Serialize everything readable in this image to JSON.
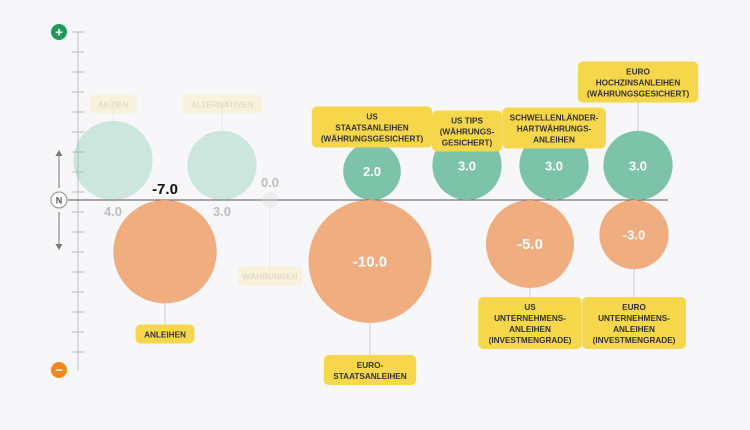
{
  "controls": {
    "plus_symbol": "+",
    "minus_symbol": "−",
    "neutral_symbol": "N"
  },
  "colors": {
    "background": "#f7f7f9",
    "positive": "#7cc3aa",
    "negative": "#f0ad80",
    "neutral": "#d9d9d9",
    "label_box": "#f6d64a",
    "label_box_faded": "#f7eebc",
    "plus_icon": "#1f9a5b",
    "minus_icon": "#f08a1e",
    "axis": "#bdbdbd",
    "baseline": "#555555"
  },
  "chart_data": {
    "type": "bubble",
    "title": "",
    "xlabel": "",
    "ylabel": "",
    "baseline_label": "N",
    "points": [
      {
        "category": [
          "AKTIEN"
        ],
        "value": 4.0,
        "display": "4.0",
        "faded": true,
        "label_position": "top"
      },
      {
        "category": [
          "ANLEIHEN"
        ],
        "value": -7.0,
        "display": "-7.0",
        "faded": false,
        "label_position": "bottom"
      },
      {
        "category": [
          "ALTERNATIVEN"
        ],
        "value": 3.0,
        "display": "3.0",
        "faded": true,
        "label_position": "top"
      },
      {
        "category": [
          "WÄHRUNGEN"
        ],
        "value": 0.0,
        "display": "0.0",
        "faded": true,
        "label_position": "bottom"
      },
      {
        "category": [
          "US",
          "STAATSANLEIHEN",
          "(WÄHRUNGSGESICHERT)"
        ],
        "value": 2.0,
        "display": "2.0",
        "faded": false,
        "label_position": "top"
      },
      {
        "category": [
          "EURO-",
          "STAATSANLEIHEN"
        ],
        "value": -10.0,
        "display": "-10.0",
        "faded": false,
        "label_position": "bottom"
      },
      {
        "category": [
          "US TIPS",
          "(WÄHRUNGS-",
          "GESICHERT)"
        ],
        "value": 3.0,
        "display": "3.0",
        "faded": false,
        "label_position": "top"
      },
      {
        "category": [
          "SCHWELLENLÄNDER-",
          "HARTWÄHRUNGS-",
          "ANLEIHEN"
        ],
        "value": 3.0,
        "display": "3.0",
        "faded": false,
        "label_position": "top"
      },
      {
        "category": [
          "US",
          "UNTERNEHMENS-",
          "ANLEIHEN",
          "(INVESTMENGRADE)"
        ],
        "value": -5.0,
        "display": "-5.0",
        "faded": false,
        "label_position": "bottom"
      },
      {
        "category": [
          "EURO",
          "HOCHZINSANLEIHEN",
          "(WÄHRUNGSGESICHERT)"
        ],
        "value": 3.0,
        "display": "3.0",
        "faded": false,
        "label_position": "top"
      },
      {
        "category": [
          "EURO",
          "UNTERNEHMENS-",
          "ANLEIHEN",
          "(INVESTMENGRADE)"
        ],
        "value": -3.0,
        "display": "-3.0",
        "faded": false,
        "label_position": "bottom"
      }
    ]
  }
}
